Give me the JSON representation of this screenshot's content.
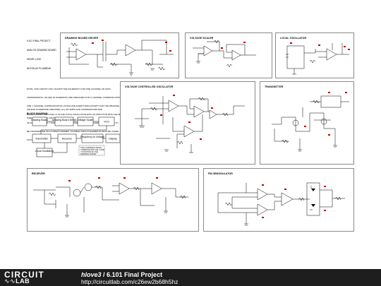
{
  "project_header": [
    "6.101 FINAL PROJECT",
    "ANALOG DRAWING BOARD",
    "HENRY LOVE",
    "NICHOLAS PLUMBEAK"
  ],
  "panels": {
    "drawing_board_driver": "DRAWING BOARD DRIVER",
    "voltage_scaler": "VOLTAGE SCALER",
    "local_oscillator": "LOCAL OSCILLATOR",
    "vco": "VOLTAGE CONTROLLED OSCILLATOR",
    "transmitter": "TRANSMITTER",
    "receiver": "RECEIVER",
    "fm_demodulator": "FM DEMODULATOR"
  },
  "notes": {
    "main": [
      "NOTE: THIS CIRCUIT ONLY SHOWS THE SCHEMATIC FOR ONE CHANNEL OF DATA",
      "TRANSMISSION. VALUES IN SCHEMATIC ARE SPECIFIED FOR X CHANNEL COMMUNICATION.",
      "FOR Y CHANNEL COMMUNICATION, DUPLICATE EVERYTHING EXCEPT FOR THE DRAWING",
      "BOARD DRIVER, REPLACE C1 IN THE LOCAL OSCILLATOR WITH AN INDUCTOR WITH VALUE",
      "39 UH. THIS ALLOWS Y DATA TO BE TRANSMITTED ON A 3.5MHZ CARRIER AND X DATA TO",
      "BE TRANSMITTED ON A 5.5MHZ CARRIER. TUNABLE CIRCUIT ELEMENTS MUST BE TUNED",
      "ACCORDINGLY."
    ],
    "opamps": [
      "UNLESS OTHERWISE SPECIFIED, ALL OP-AMPS AND COMPARATORS ARE",
      "SIDE TO +15 AND -15 VOLTS"
    ]
  },
  "block_diagram": {
    "title": "BLOCK DIAGRAM",
    "blocks": [
      "Drawing Board",
      "Drawing Board Driver",
      "Voltage Scaler",
      "VCO",
      "Transmitter",
      "Receiver",
      "Frequency to Voltage",
      "Display",
      "Local Oscillators"
    ],
    "note": [
      "TWO CHANNELS WHICH",
      "COMMUNICATE THE X AND",
      "Y POSITION OF THE",
      "DRAWING BOARD"
    ]
  },
  "footer": {
    "logo_top": "CIRCUIT",
    "logo_bottom_prefix": "∿∿",
    "logo_bottom_lab": "LAB",
    "author": "hlove3",
    "separator": " / ",
    "title": "6.101 Final Project",
    "url": "http://circuitlab.com/c26ew2b68h5hz"
  },
  "colors": {
    "wire": "#000000",
    "accent_component": "#c00000",
    "panel_border": "#8a8a8a",
    "footer_bg": "#1e1e1e",
    "footer_text": "#ffffff"
  }
}
